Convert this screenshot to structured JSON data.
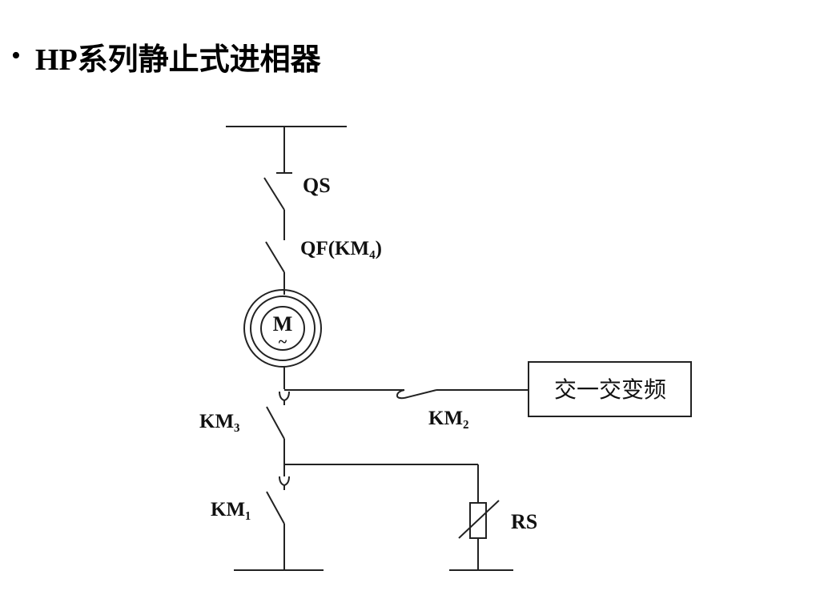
{
  "slide": {
    "bullet": "•",
    "title": "HP系列静止式进相器"
  },
  "diagram": {
    "labels": {
      "qs": "QS",
      "qf": "QF(KM₄)",
      "motor_letter": "M",
      "motor_symbol": "~",
      "km3": "KM₃",
      "km2": "KM₂",
      "km1": "KM₁",
      "rs": "RS",
      "converter": "交一交变频"
    }
  }
}
